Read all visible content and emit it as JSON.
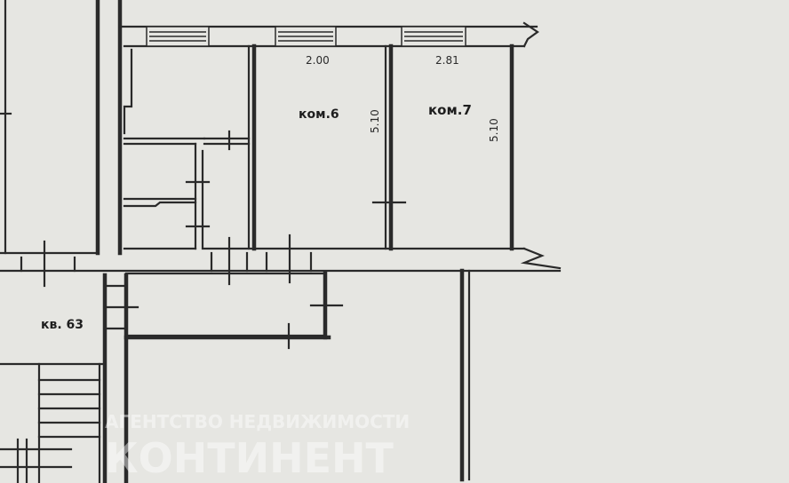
{
  "plan": {
    "labels": {
      "room6": "ком.6",
      "room7": "ком.7",
      "apt63": "кв. 63"
    },
    "dimensions": {
      "room6_width": "2.00",
      "room7_width": "2.81",
      "room6_length": "5.10",
      "room7_length": "5.10"
    },
    "watermark": {
      "line1": "АГЕНТСТВО НЕДВИЖИМОСТИ",
      "line2": "КОНТИНЕНТ"
    }
  },
  "colors": {
    "paper": "#e6e6e2",
    "ink": "#2a2a2a"
  }
}
